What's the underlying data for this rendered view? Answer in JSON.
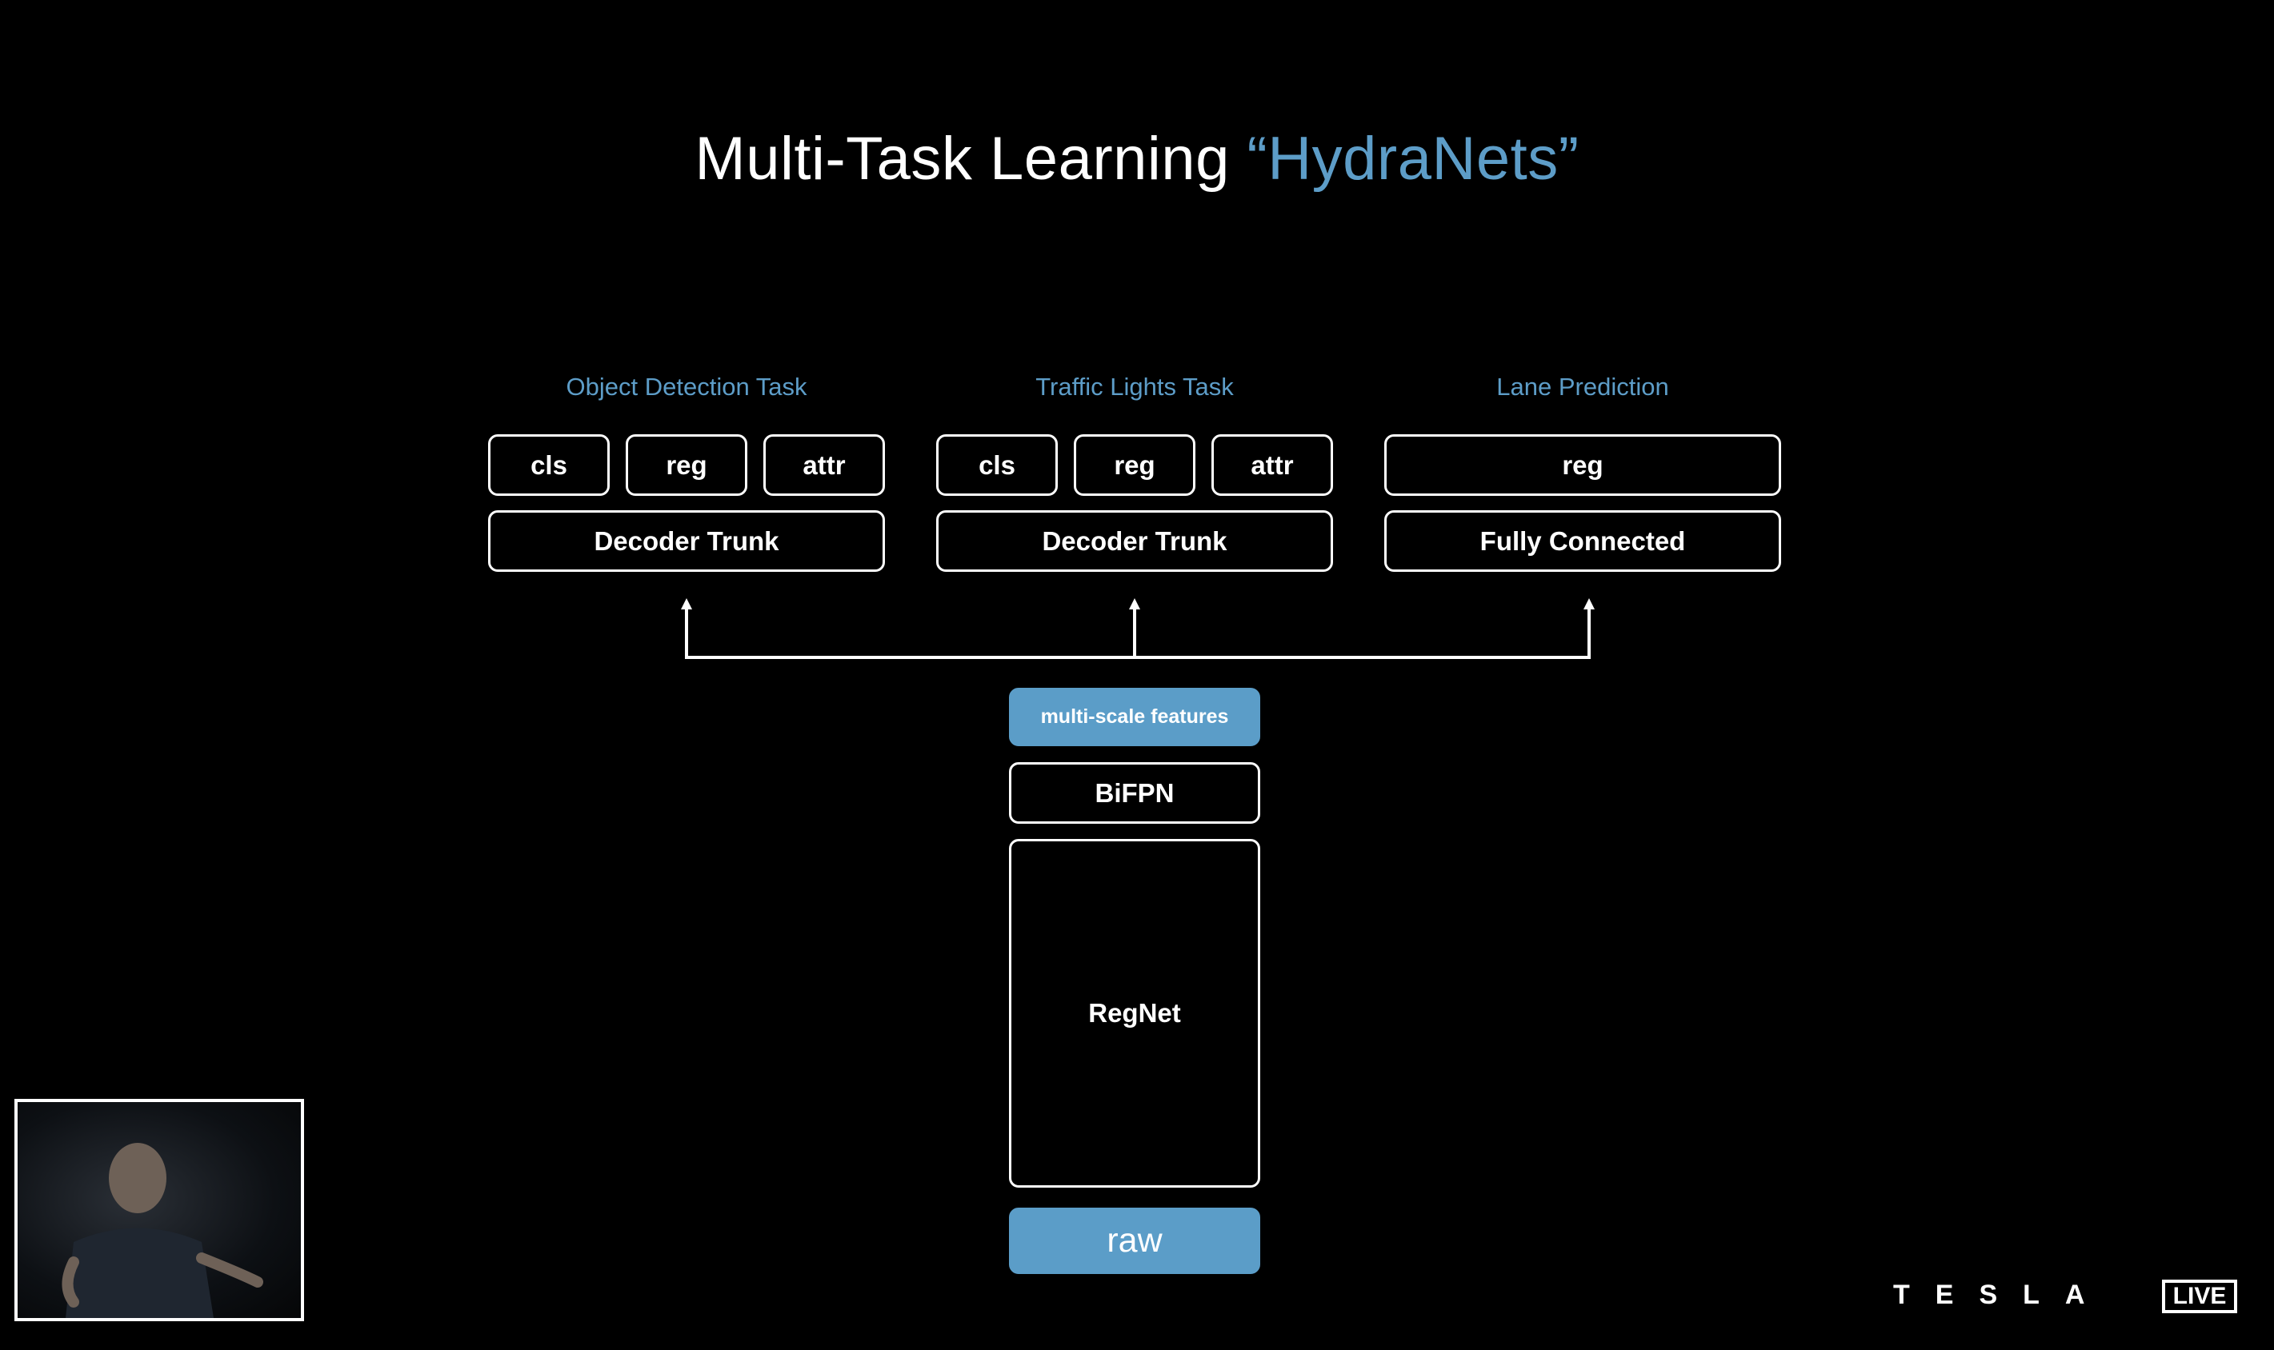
{
  "title": {
    "main": "Multi-Task Learning ",
    "highlight": "“HydraNets”"
  },
  "tasks": [
    {
      "label": "Object Detection Task",
      "heads": [
        "cls",
        "reg",
        "attr"
      ],
      "trunk": "Decoder Trunk"
    },
    {
      "label": "Traffic Lights Task",
      "heads": [
        "cls",
        "reg",
        "attr"
      ],
      "trunk": "Decoder Trunk"
    },
    {
      "label": "Lane Prediction",
      "heads": [
        "reg"
      ],
      "trunk": "Fully Connected"
    }
  ],
  "backbone": {
    "features": "multi-scale features",
    "neck": "BiFPN",
    "body": "RegNet",
    "input": "raw"
  },
  "branding": {
    "logo": "TESLA",
    "live_badge": "LIVE"
  },
  "colors": {
    "background": "#000000",
    "accent": "#5d9dc8",
    "foreground": "#ffffff"
  }
}
